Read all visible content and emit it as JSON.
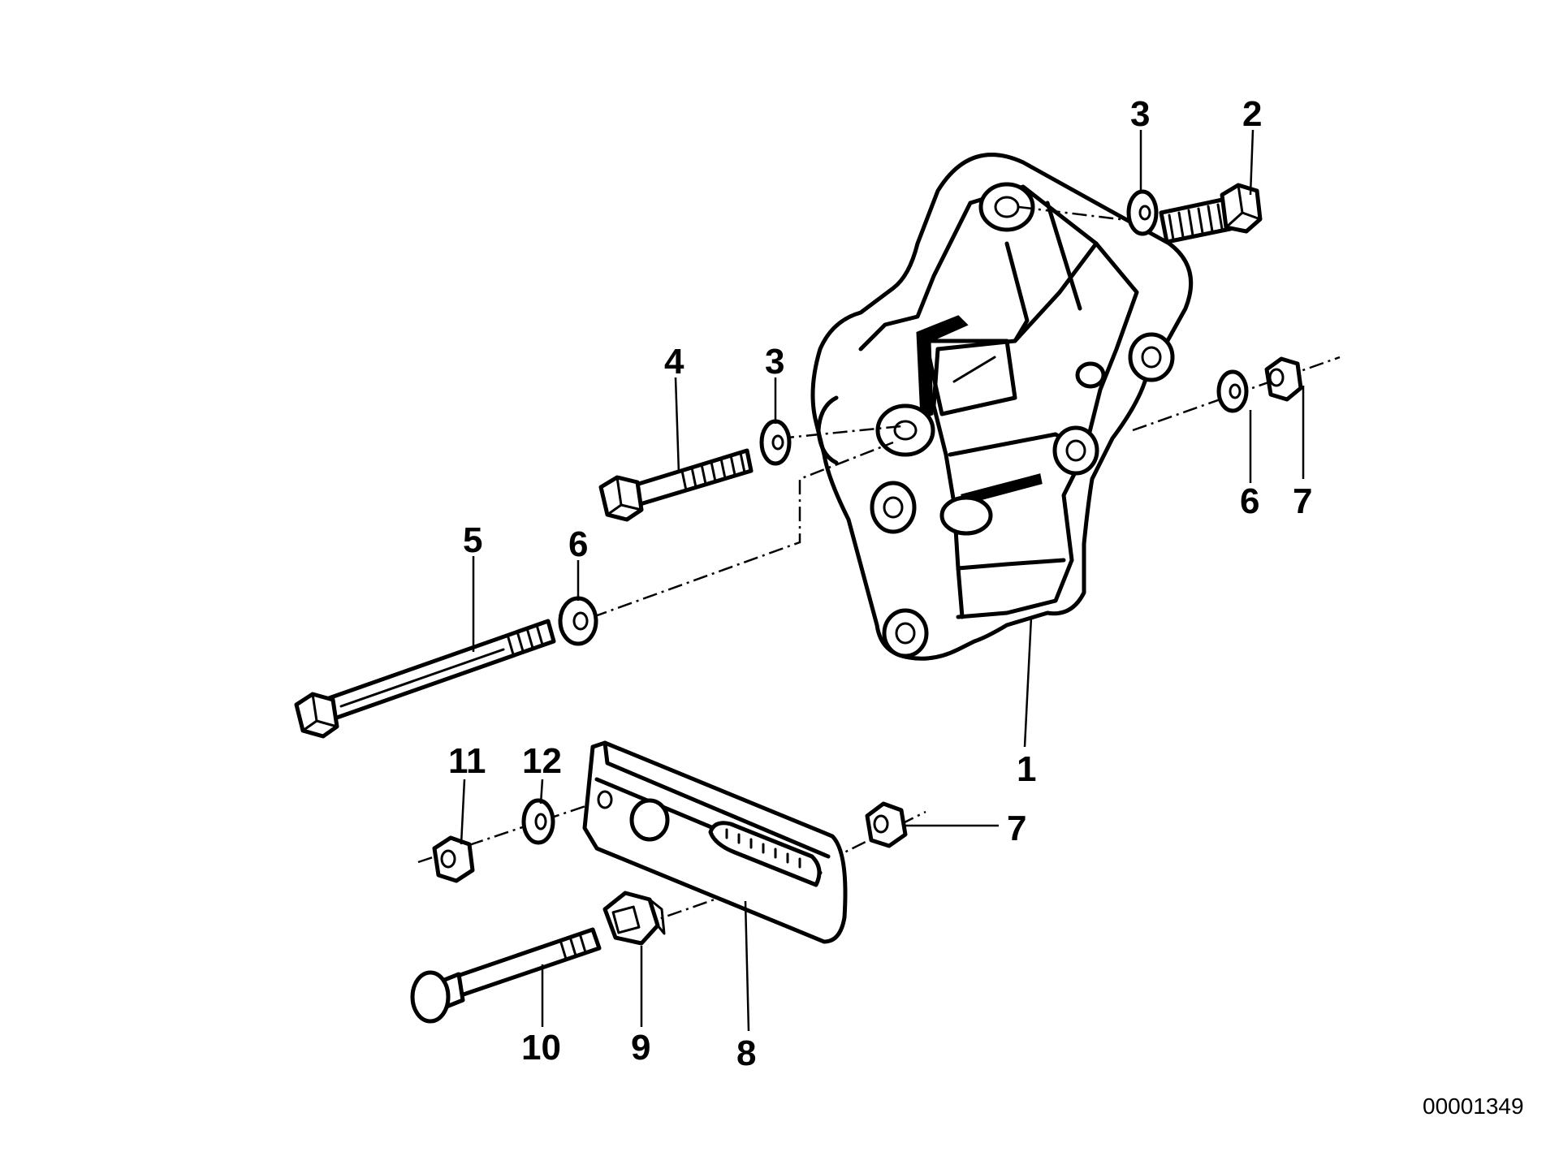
{
  "diagram": {
    "reference_number": "00001349",
    "callouts": {
      "part_1": "1",
      "part_2": "2",
      "part_3_top": "3",
      "part_3_mid": "3",
      "part_4": "4",
      "part_5": "5",
      "part_6_left": "6",
      "part_6_right": "6",
      "part_7_top": "7",
      "part_7_bottom": "7",
      "part_8": "8",
      "part_9": "9",
      "part_10": "10",
      "part_11": "11",
      "part_12": "12"
    },
    "colors": {
      "ink": "#000000",
      "background": "#ffffff"
    }
  }
}
